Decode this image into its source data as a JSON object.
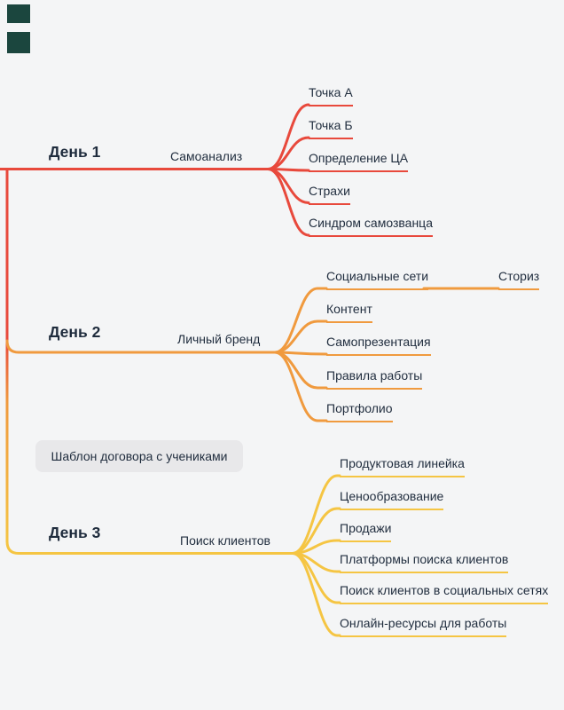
{
  "colors": {
    "day1": "#e8493c",
    "day2": "#f09a3e",
    "day3": "#f5c543",
    "text": "#1f2c3d",
    "bg": "#f4f5f6",
    "note-bg": "#e8e8ea",
    "marker": "#1b463e"
  },
  "mindmap": {
    "day1": {
      "label": "День 1",
      "topic": "Самоанализ",
      "children": [
        "Точка А",
        "Точка Б",
        "Определение ЦА",
        "Страхи",
        "Синдром самозванца"
      ]
    },
    "day2": {
      "label": "День 2",
      "topic": "Личный бренд",
      "children": [
        "Социальные сети",
        "Контент",
        "Самопрезентация",
        "Правила работы",
        "Портфолио"
      ],
      "subchild": "Сториз"
    },
    "day3": {
      "label": "День 3",
      "topic": "Поиск клиентов",
      "children": [
        "Продуктовая линейка",
        "Ценообразование",
        "Продажи",
        "Платформы поиска клиентов",
        "Поиск клиентов в социальных сетях",
        "Онлайн-ресурсы для работы"
      ]
    },
    "note": "Шаблон договора с учениками"
  }
}
